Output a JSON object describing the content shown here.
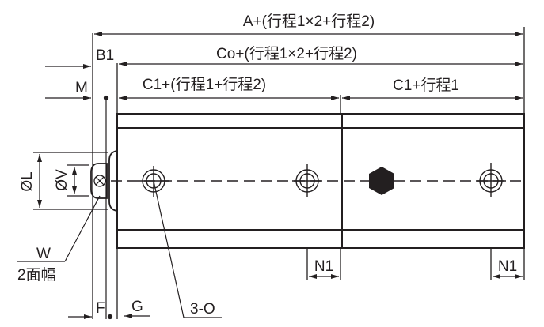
{
  "diagram": {
    "type": "technical-drawing",
    "subject": "Dual-stroke cylinder side view with dimensions",
    "colors": {
      "line": "#231f20",
      "background": "#ffffff",
      "body_fill": "#ffffff"
    },
    "dimensions": {
      "overall": "A+(行程1×2+行程2)",
      "body": "Co+(行程1×2+行程2)",
      "section1": "C1+(行程1+行程2)",
      "section2": "C1+行程1",
      "b1": "B1",
      "m": "M",
      "diam_l": "ØL",
      "diam_v": "ØV",
      "w": "W",
      "w_note": "2面幅",
      "f": "F",
      "g": "G",
      "ports": "3-O",
      "n1_left": "N1",
      "n1_right": "N1"
    }
  }
}
